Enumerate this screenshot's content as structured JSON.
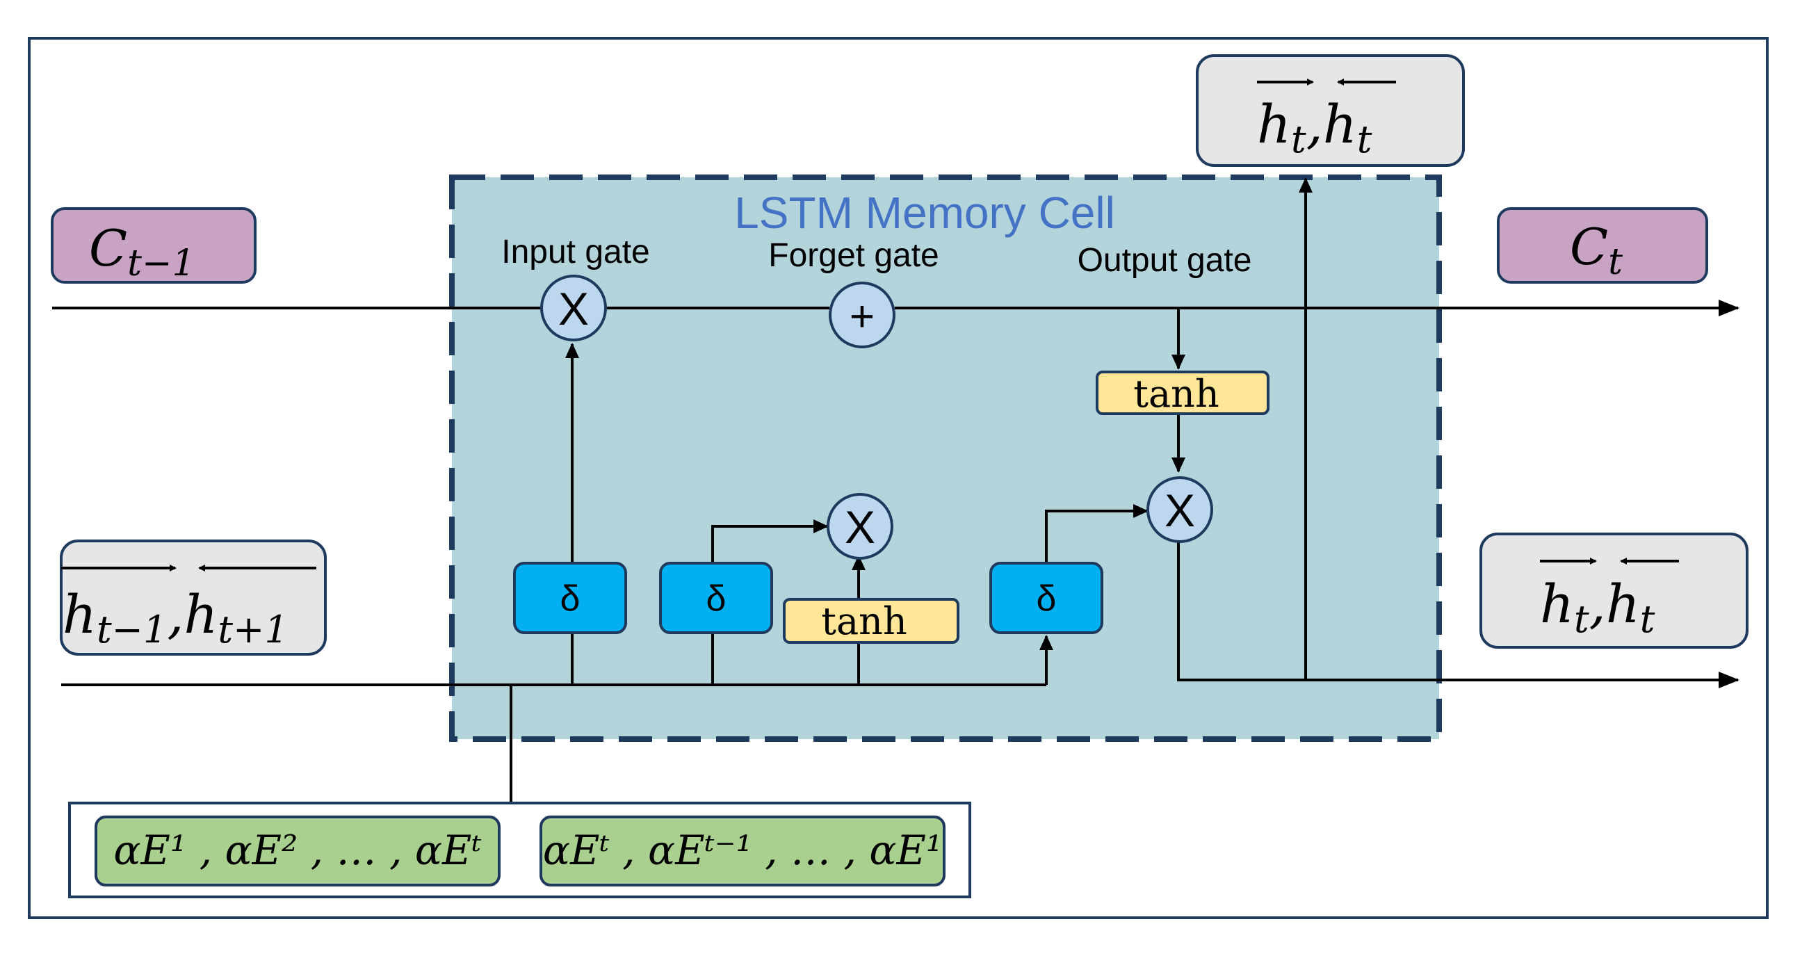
{
  "cell": {
    "title": "LSTM Memory Cell",
    "input_gate_label": "Input gate",
    "forget_gate_label": "Forget gate",
    "output_gate_label": "Output gate"
  },
  "ops": {
    "multiply": "X",
    "add": "+",
    "sigmoid": "δ",
    "tanh": "tanh"
  },
  "inputs": {
    "c_prev": {
      "base": "C",
      "sub": "t−1"
    },
    "h_prev": {
      "base1": "h",
      "sub1": "t−1",
      "sep": ",",
      "base2": "h",
      "sub2": "t+1"
    },
    "embeddings_forward": "αE¹ , αE² , … , αEᵗ",
    "embeddings_backward": "αEᵗ , αEᵗ⁻¹ , … , αE¹"
  },
  "outputs": {
    "c_next": {
      "base": "C",
      "sub": "t"
    },
    "h_top": {
      "base1": "h",
      "sub1": "t",
      "sep": ",",
      "base2": "h",
      "sub2": "t"
    },
    "h_right": {
      "base1": "h",
      "sub1": "t",
      "sep": ",",
      "base2": "h",
      "sub2": "t"
    }
  },
  "colors": {
    "cell_fill": "#B4D4DC",
    "cell_border": "#1F3A5F",
    "title_color": "#4472C4",
    "sigmoid_fill": "#00B0F0",
    "tanh_fill": "#FFE699",
    "op_circle_fill": "#BDD7EE",
    "c_box_fill": "#C9A3C4",
    "h_box_fill": "#E7E6E6",
    "embed_fill": "#A9D08E"
  }
}
